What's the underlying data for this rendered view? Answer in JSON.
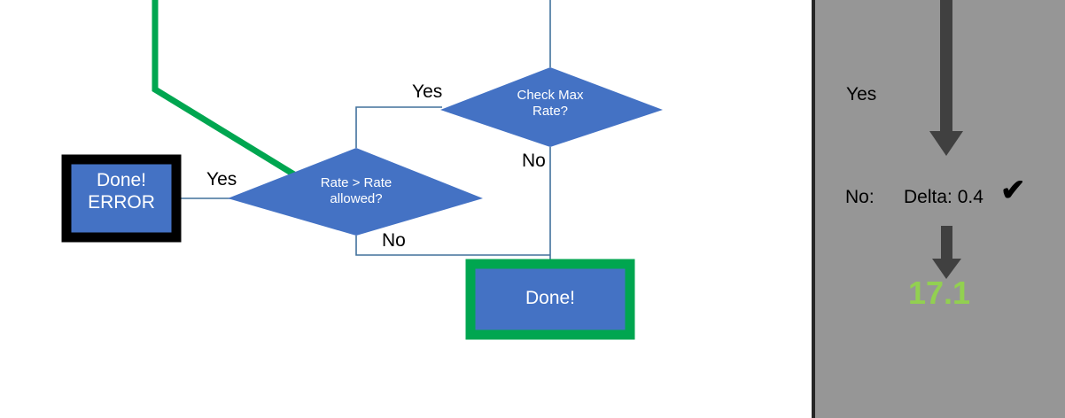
{
  "diagram": {
    "type": "flowchart",
    "nodes": [
      {
        "id": "done-error",
        "shape": "rectangle",
        "label": "Done!\nERROR",
        "fill": "#4472c4",
        "border": "#000000"
      },
      {
        "id": "rate-check",
        "shape": "diamond",
        "label": "Rate > Rate\nallowed?",
        "fill": "#4472c4"
      },
      {
        "id": "check-max-rate",
        "shape": "diamond",
        "label": "Check Max\nRate?",
        "fill": "#4472c4"
      },
      {
        "id": "done",
        "shape": "rectangle",
        "label": "Done!",
        "fill": "#4472c4",
        "border": "#00a650"
      }
    ],
    "edge_labels": [
      {
        "id": "yes-check-max",
        "text": "Yes"
      },
      {
        "id": "no-check-max",
        "text": "No"
      },
      {
        "id": "yes-rate",
        "text": "Yes"
      },
      {
        "id": "no-rate",
        "text": "No"
      }
    ],
    "highlight_color": "#00a650",
    "connector_color": "#41719c"
  },
  "panel": {
    "background": "#969696",
    "yes_label": "Yes",
    "no_label": "No:",
    "delta_label": "Delta: 0.4",
    "check_mark": "✔",
    "result_value": "17.1",
    "result_color": "#92d050",
    "arrow_color": "#404040"
  }
}
